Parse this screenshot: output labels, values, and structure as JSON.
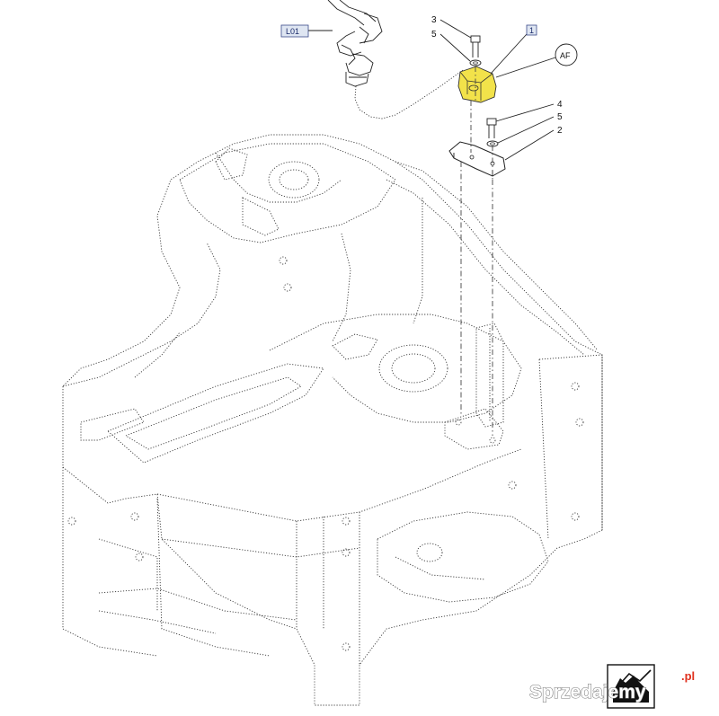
{
  "diagram": {
    "reference_box": "L01",
    "item_box": "1",
    "circle_label": "AF",
    "callouts": [
      {
        "id": "c3a",
        "label": "3"
      },
      {
        "id": "c5a",
        "label": "5"
      },
      {
        "id": "c4",
        "label": "4"
      },
      {
        "id": "c5b",
        "label": "5"
      },
      {
        "id": "c2",
        "label": "2"
      }
    ],
    "highlight_color": "#f2e24a"
  },
  "watermark": {
    "text": "Sprzedajemy",
    "suffix": ".pl"
  }
}
